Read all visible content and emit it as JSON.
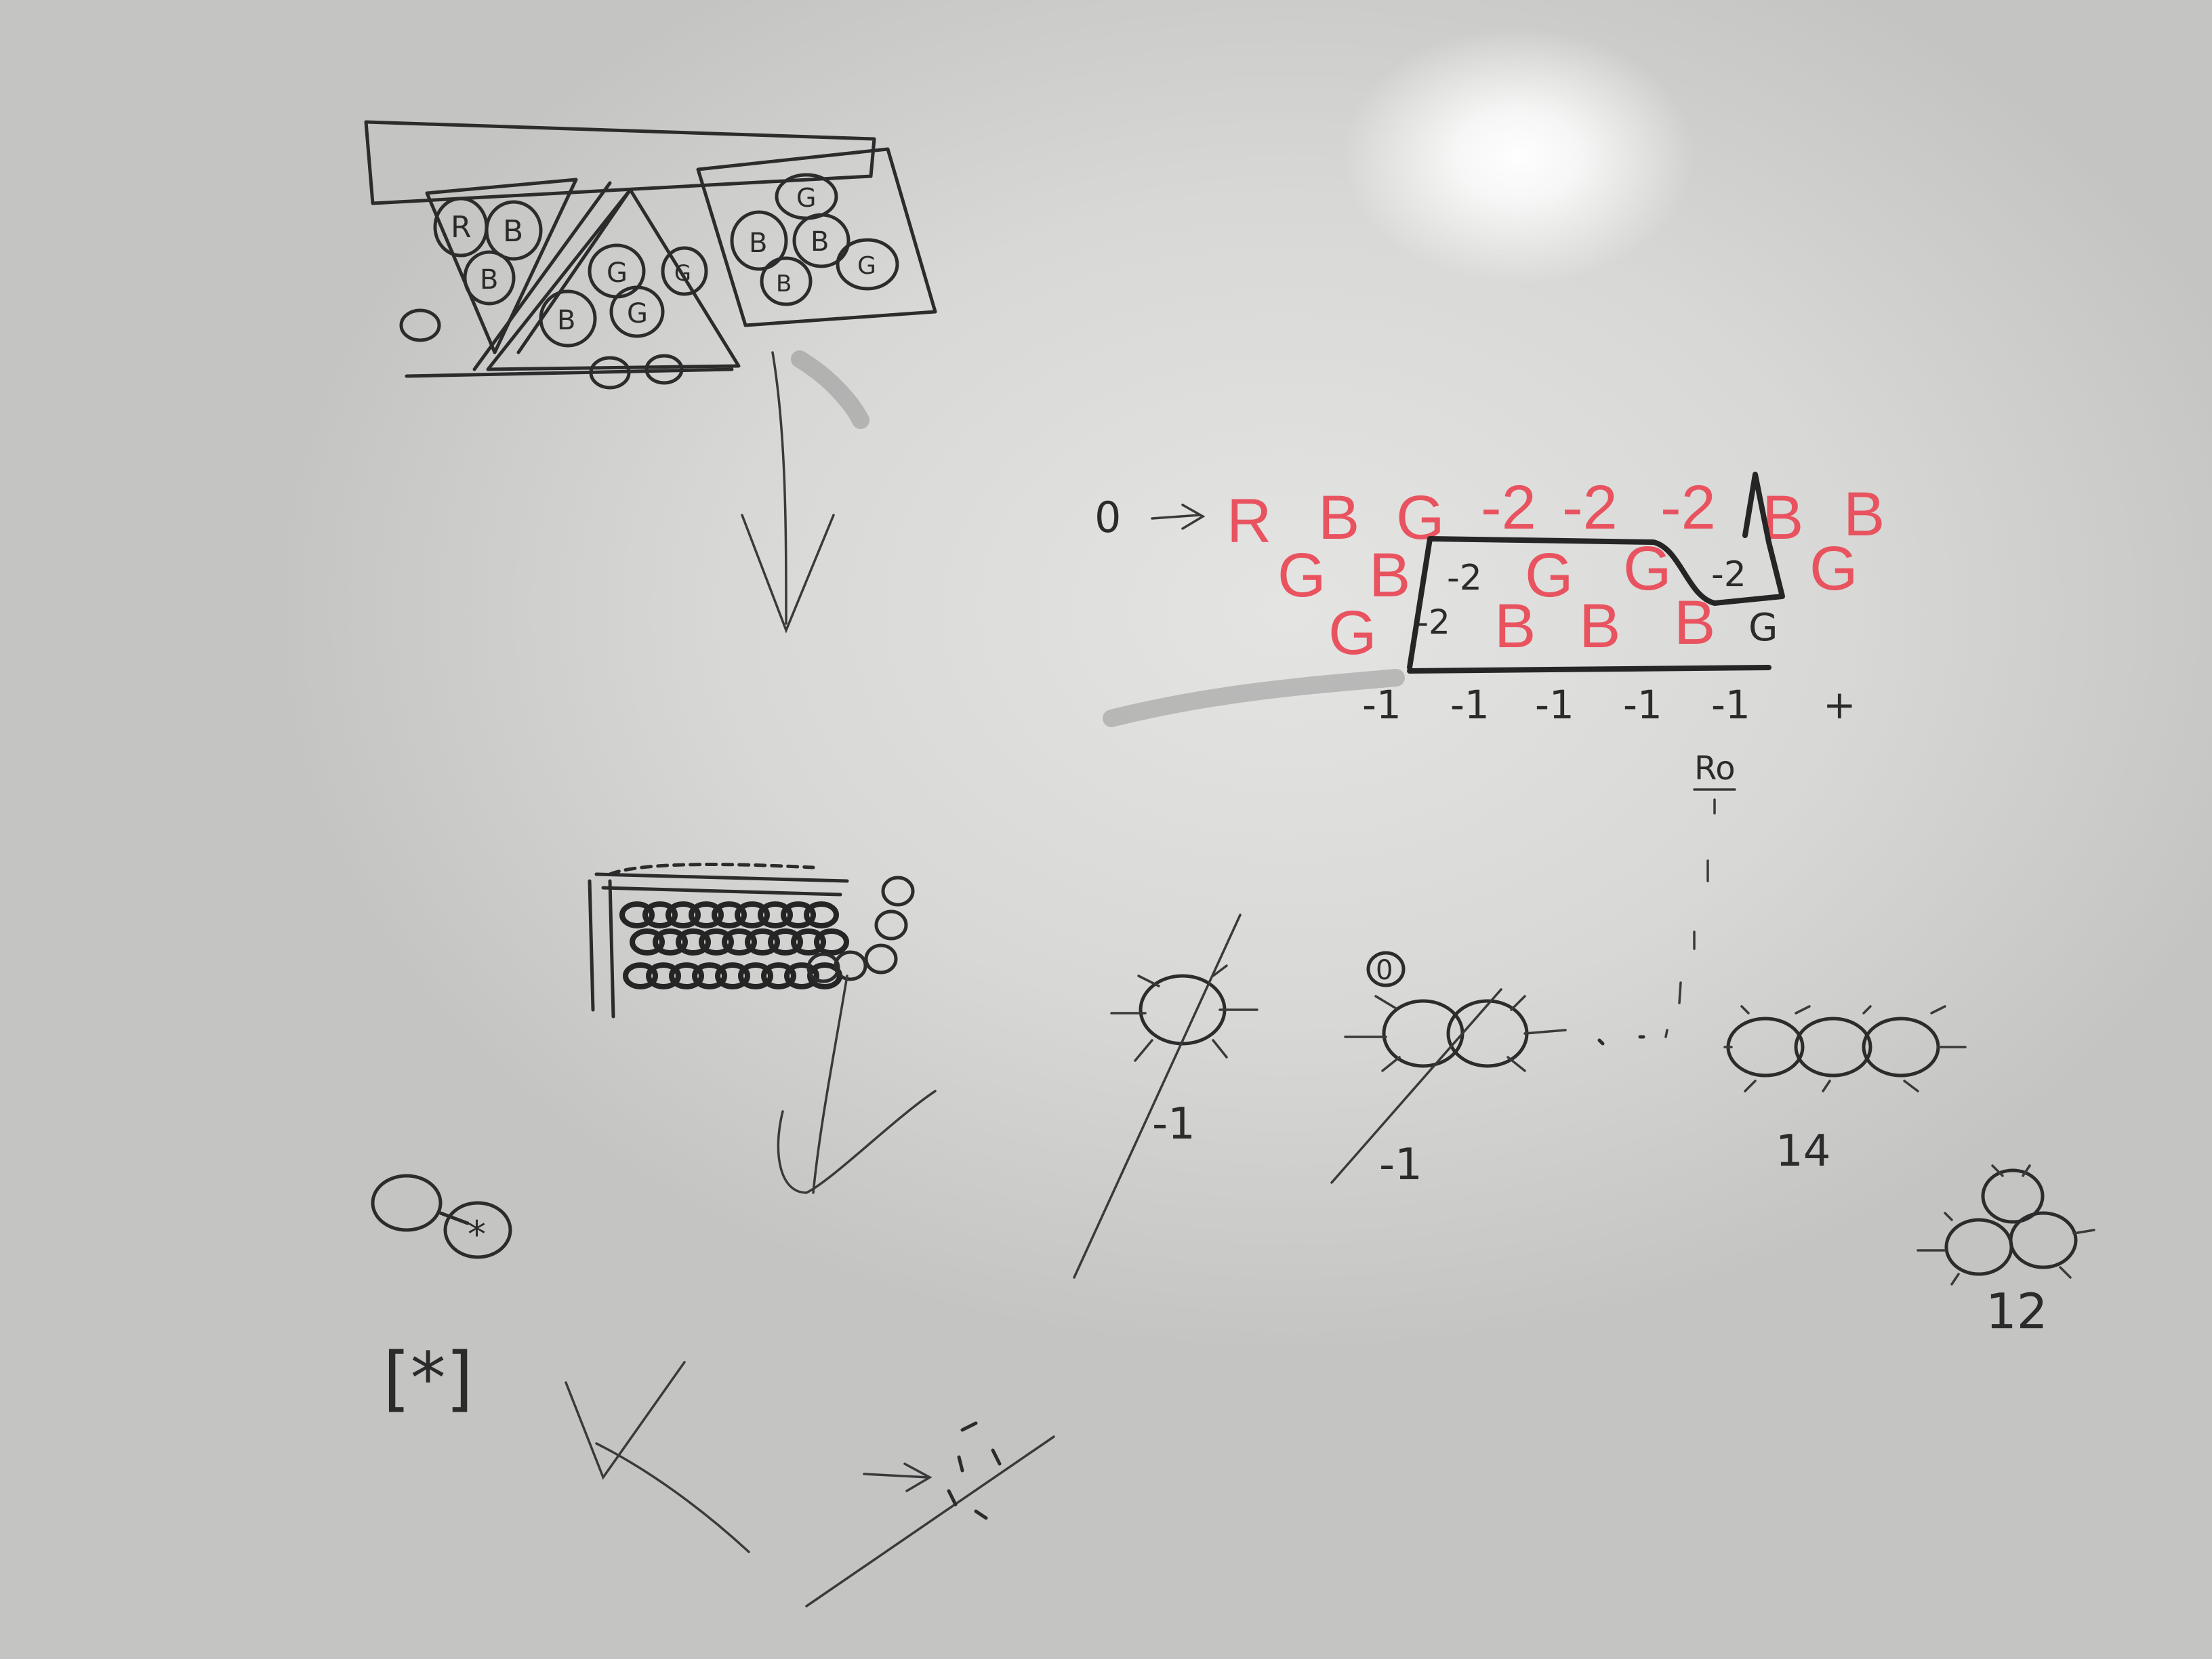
{
  "colors": {
    "board": "#dcdcda",
    "marker_black": "#2c2c2c",
    "marker_red": "#e8535f"
  },
  "sketch_top": {
    "balls": [
      "R",
      "B",
      "B",
      "G",
      "B",
      "G",
      "B",
      "G",
      "B",
      "B",
      "G",
      "G"
    ]
  },
  "grid": {
    "start_label": "0",
    "row1": [
      "R",
      "B",
      "G",
      "-2",
      "-2",
      "-2",
      "B",
      "B"
    ],
    "row2": [
      "G",
      "B",
      "-2",
      "G",
      "G",
      "-2",
      "G"
    ],
    "row3": [
      "G",
      "-2",
      "B",
      "B",
      "B",
      "G"
    ],
    "scores": [
      "-1",
      "-1",
      "-1",
      "-1",
      "-1",
      "+"
    ],
    "note": "Ro"
  },
  "clusters": {
    "single_label": "-1",
    "double_label": "-1",
    "chain_label": "14",
    "pyramid_label": "12",
    "small_circle_label": "0"
  },
  "bottom_left": {
    "star": "*",
    "bracket_star": "[*]"
  }
}
